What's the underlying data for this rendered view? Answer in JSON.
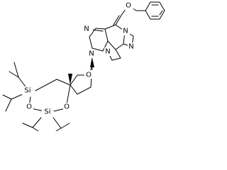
{
  "molecule": {
    "atoms": {
      "o_benzyl": "O",
      "n7": "N",
      "n_bridge_top": "N",
      "n9": "N",
      "n_bridge_mid": "N",
      "n_imidazo": "N",
      "o_ring": "O",
      "si_upper": "Si",
      "o_siloxane": "O",
      "o_sugar": "O",
      "si_lower": "Si"
    }
  }
}
